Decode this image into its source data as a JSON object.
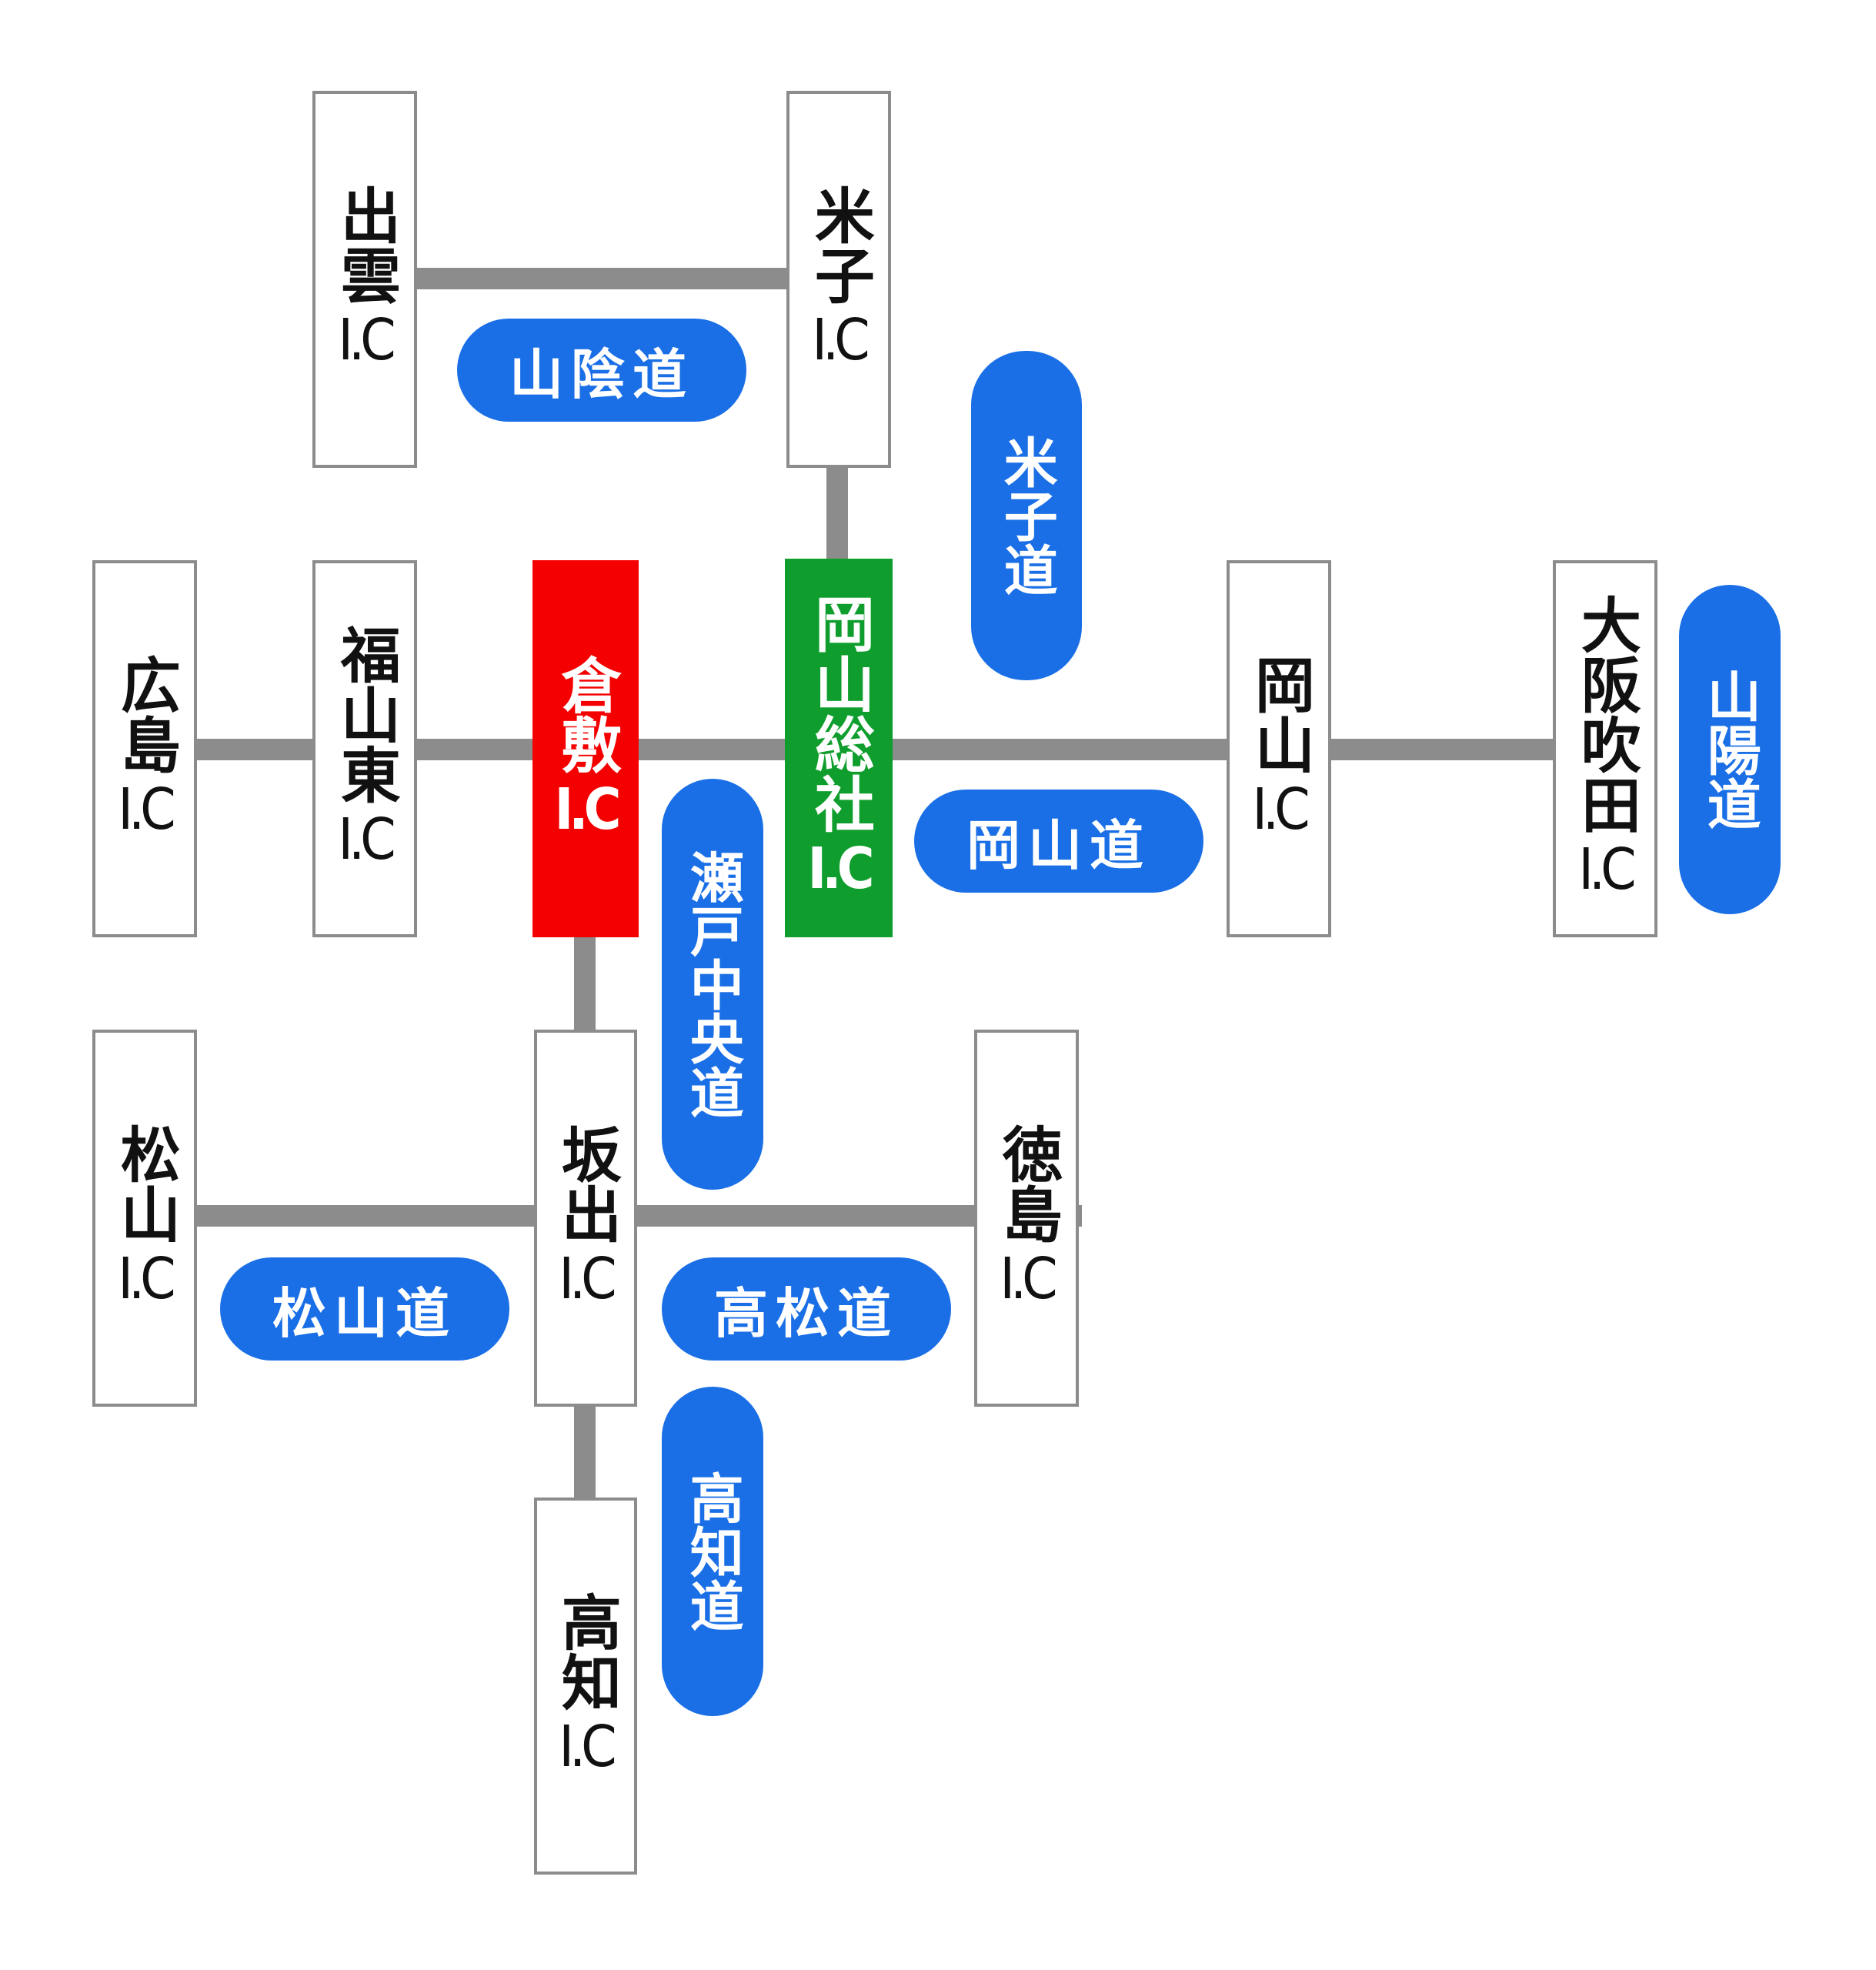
{
  "colors": {
    "road": "#8c8c8c",
    "node_border": "#8c8c8c",
    "current": "#f40000",
    "junction": "#0f9e2d",
    "highway_label": "#1a6fe6",
    "text": "#111111"
  },
  "nodes": {
    "izumo": "出雲",
    "yonago": "米子",
    "hiroshima": "広島",
    "fukuyama_higashi": "福山東",
    "kurashiki": "倉敷",
    "okayama_soja": "岡山総社",
    "okayama": "岡山",
    "osaka_suita": "大阪吹田",
    "matsuyama": "松山",
    "sakaide": "坂出",
    "tokushima": "徳島",
    "kochi": "高知"
  },
  "ic_suffix": "I.C",
  "highways": {
    "sanin": "山陰道",
    "yonago": "米子道",
    "sanyo": "山陽道",
    "okayama": "岡山道",
    "seto_chuo": "瀬戸中央道",
    "matsuyama": "松山道",
    "takamatsu": "高松道",
    "kochi": "高知道"
  },
  "current_node": "kurashiki",
  "junction_node": "okayama_soja"
}
